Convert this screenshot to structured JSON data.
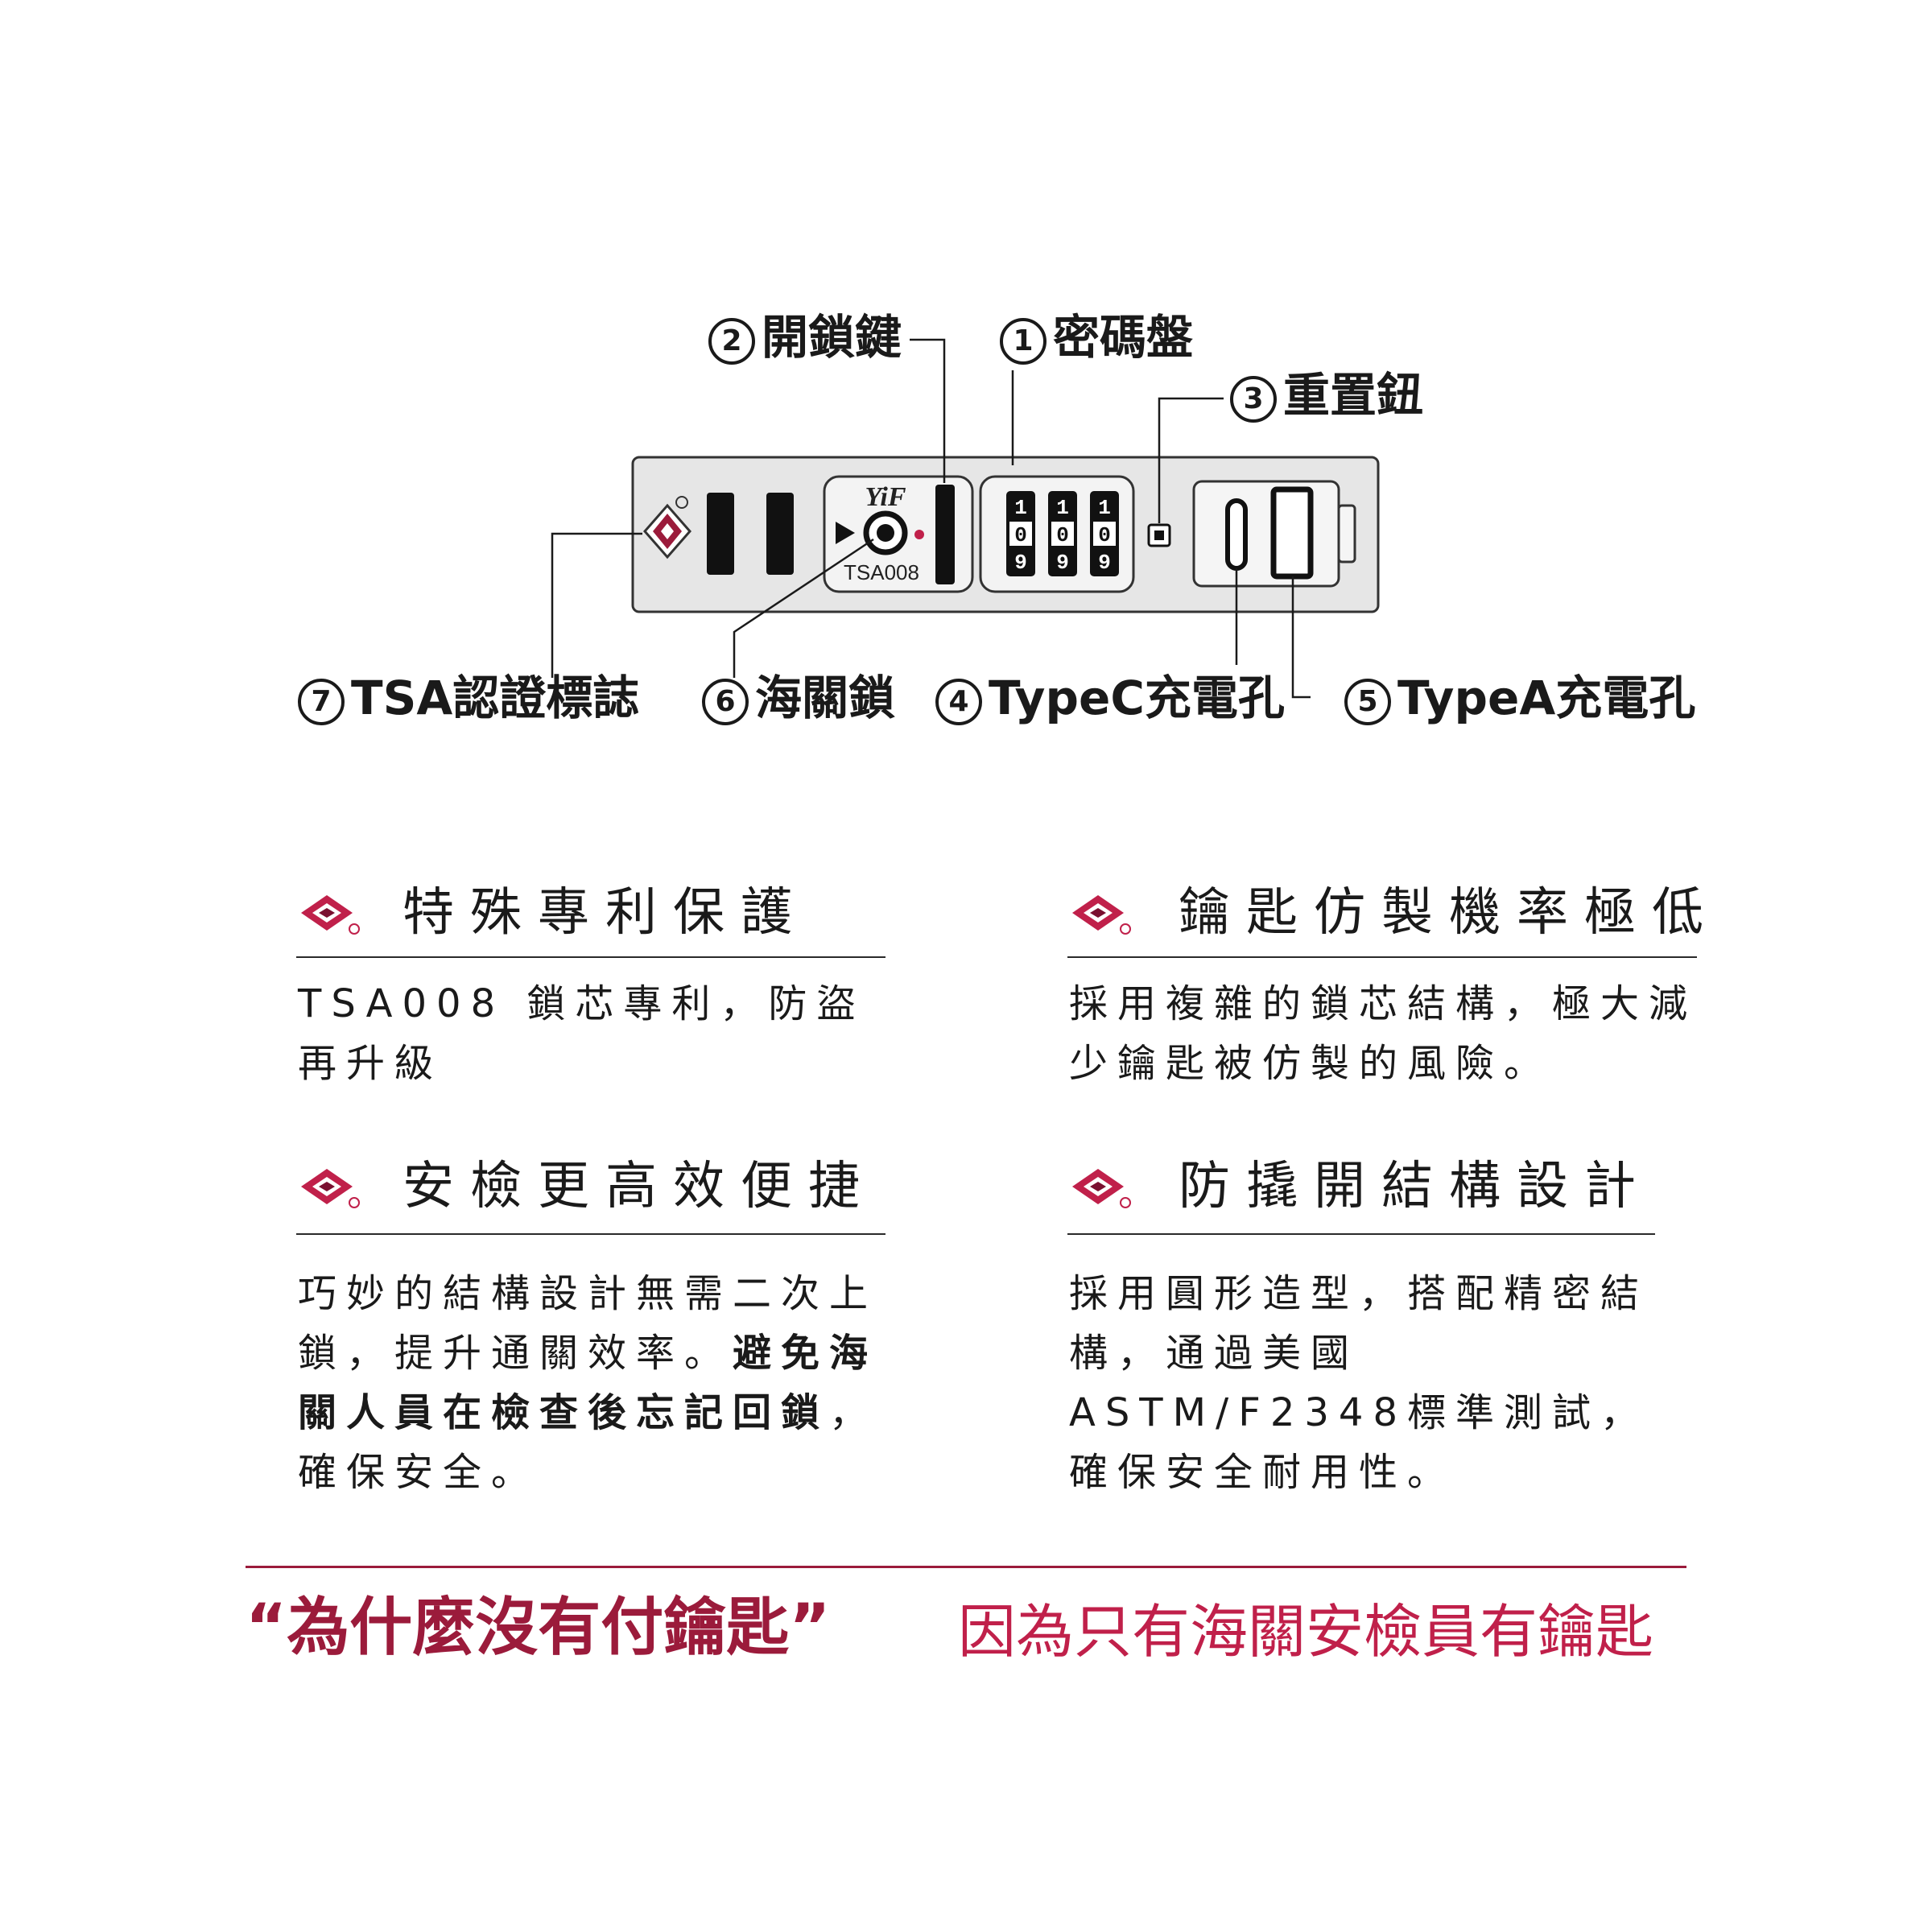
{
  "callouts": {
    "c1": {
      "num": "1",
      "label": "密碼盤"
    },
    "c2": {
      "num": "2",
      "label": "開鎖鍵"
    },
    "c3": {
      "num": "3",
      "label": "重置鈕"
    },
    "c4": {
      "num": "4",
      "label": "TypeC充電孔"
    },
    "c5": {
      "num": "5",
      "label": "TypeA充電孔"
    },
    "c6": {
      "num": "6",
      "label": "海關鎖"
    },
    "c7": {
      "num": "7",
      "label": "TSA認證標誌"
    }
  },
  "lock": {
    "brand": "YiF",
    "model": "TSA008",
    "dials": [
      {
        "top": "1",
        "mid": "0",
        "bot": "9"
      },
      {
        "top": "1",
        "mid": "0",
        "bot": "9"
      },
      {
        "top": "1",
        "mid": "0",
        "bot": "9"
      }
    ]
  },
  "features": [
    {
      "title": "特殊專利保護",
      "body": "TSA008 鎖芯專利，防盜再升級"
    },
    {
      "title": "鑰匙仿製機率極低",
      "body": "採用複雜的鎖芯結構，極大減少鑰匙被仿製的風險。"
    },
    {
      "title": "安檢更高效便捷",
      "body_plain": "巧妙的結構設計無需二次上鎖，提升通關效率。",
      "body_bold": "避免海關人員在檢查後忘記回鎖",
      "body_tail": "，確保安全。"
    },
    {
      "title": "防撬開結構設計",
      "body": "採用圓形造型，搭配精密結構，通過美國 ASTM/F2348標準測試，確保安全耐用性。"
    }
  ],
  "bottom": {
    "question": "“為什麼沒有付鑰匙”",
    "answer": "因為只有海關安檢員有鑰匙"
  },
  "colors": {
    "accent": "#9b1b3b",
    "accent_light": "#c0204a",
    "lock_body": "#e6e6e6"
  }
}
